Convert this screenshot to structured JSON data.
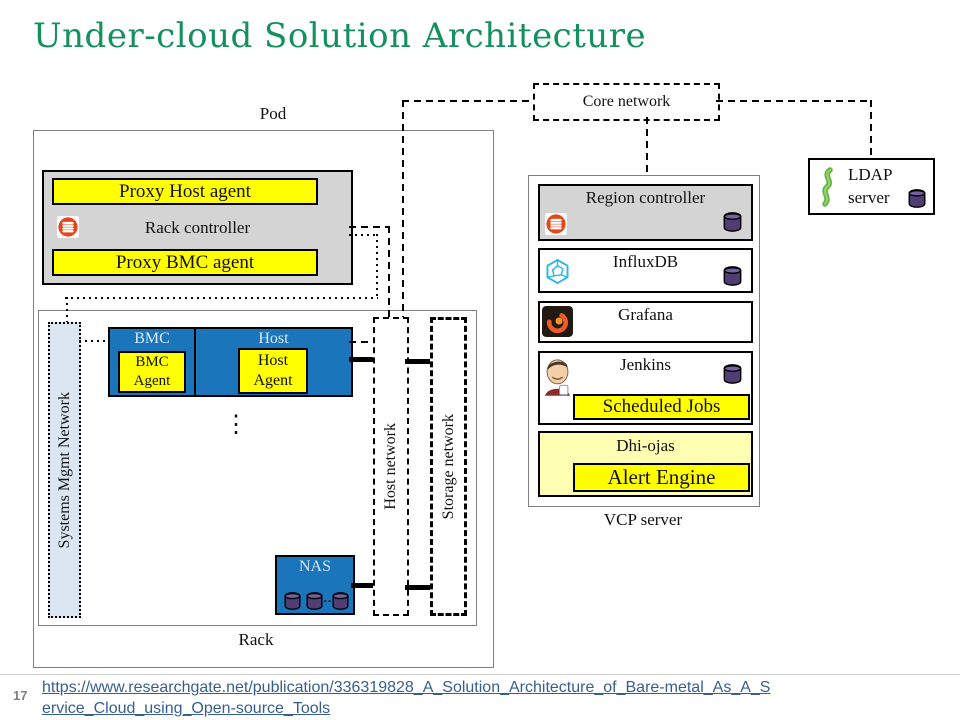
{
  "slide": {
    "title": "Under-cloud Solution Architecture",
    "page_number": "17",
    "source_link": {
      "line1": "https://www.researchgate.net/publication/336319828_A_Solution_Architecture_of_Bare-metal_As_A_S",
      "line2": "ervice_Cloud_using_Open-source_Tools"
    }
  },
  "diagram": {
    "pod_label": "Pod",
    "rack_label": "Rack",
    "core_network_label": "Core network",
    "rack_controller": {
      "proxy_host_agent": "Proxy Host agent",
      "label": "Rack controller",
      "proxy_bmc_agent": "Proxy BMC agent"
    },
    "systems_mgmt_network_label": "Systems Mgmt Network",
    "host_network_label": "Host network",
    "storage_network_label": "Storage network",
    "server_node": {
      "bmc_label": "BMC",
      "bmc_agent_label": "BMC Agent",
      "host_label": "Host",
      "host_agent_label": "Host Agent"
    },
    "more_nodes_ellipsis": "⋮",
    "nas": {
      "label": "NAS",
      "dots": "··"
    },
    "vcp_server": {
      "label": "VCP server",
      "region_controller_label": "Region controller",
      "influxdb_label": "InfluxDB",
      "grafana_label": "Grafana",
      "jenkins_label": "Jenkins",
      "scheduled_jobs_label": "Scheduled Jobs",
      "dhi_ojas_label": "Dhi-ojas",
      "alert_engine_label": "Alert Engine"
    },
    "ldap_server": {
      "line1": "LDAP",
      "line2": "server"
    }
  },
  "colors": {
    "title_green": "#14905F",
    "highlight_yellow": "#FFFF00",
    "pale_yellow": "#FFFFB3",
    "node_blue": "#1B75BB",
    "box_gray": "#D4D4D4",
    "mgmt_network_fill": "#DCE6F2",
    "link_blue": "#365F91",
    "db_purple": "#4F3D73",
    "maas_orange": "#E2481D",
    "grafana_orange": "#F05A28",
    "influxdb_blue": "#2FB5E8",
    "ldap_green": "#67B346"
  }
}
